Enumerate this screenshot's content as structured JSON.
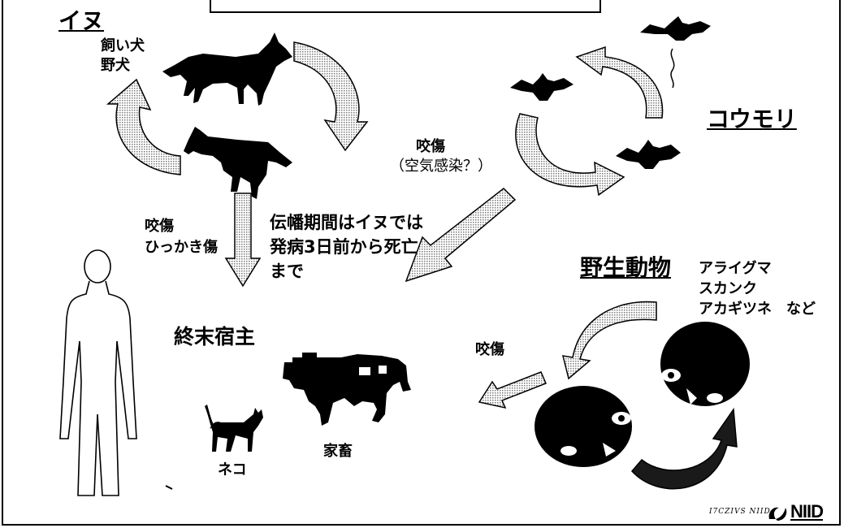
{
  "dog": {
    "title": "イヌ",
    "kinds": [
      "飼い犬",
      "野犬"
    ]
  },
  "bat": {
    "title": "コウモリ",
    "transmission": [
      "咬傷",
      "（空気感染？）"
    ]
  },
  "wildlife": {
    "title": "野生動物",
    "species": [
      "アライグマ",
      "スカンク",
      "アカギツネ　など"
    ],
    "transmission": "咬傷"
  },
  "human_route": [
    "咬傷",
    "ひっかき傷"
  ],
  "period_note": [
    "伝幡期間はイヌでは",
    "発病3日前から死亡",
    "まで"
  ],
  "dead_end_host": "終末宿主",
  "cat_label": "ネコ",
  "livestock_label": "家畜",
  "footer": {
    "tagline": "I7CZIVS NIID",
    "logo_text": "NIID"
  }
}
